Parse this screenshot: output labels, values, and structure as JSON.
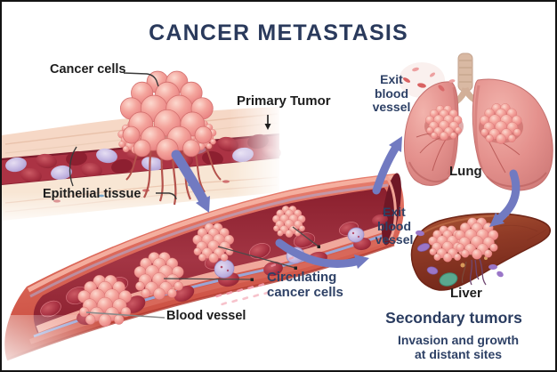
{
  "title": "CANCER METASTASIS",
  "labels": {
    "cancer_cells": "Cancer cells",
    "primary_tumor": "Primary Tumor",
    "epithelial_tissue": "Epithelial tissue",
    "blood_vessel": "Blood vessel",
    "circulating_cancer_cells": "Circulating cancer cells",
    "exit_blood_vessel": "Exit blood vessel",
    "lung": "Lung",
    "liver": "Liver",
    "secondary_tumors": "Secondary tumors",
    "secondary_tumors_subtitle": "Invasion and growth at distant sites"
  },
  "colors": {
    "title_navy": "#2a3a5c",
    "navy_label": "#2e4166",
    "black_label": "#1d1d1d",
    "arrow_blue": "#717ac1",
    "tumor_pink": "#f09a93",
    "blood_lumen_red": "#8a1f2d",
    "vessel_wall_salmon": "#dd6a5b",
    "lung_pink": "#e4918d",
    "liver_brown": "#8f3a26",
    "background": "#ffffff"
  }
}
